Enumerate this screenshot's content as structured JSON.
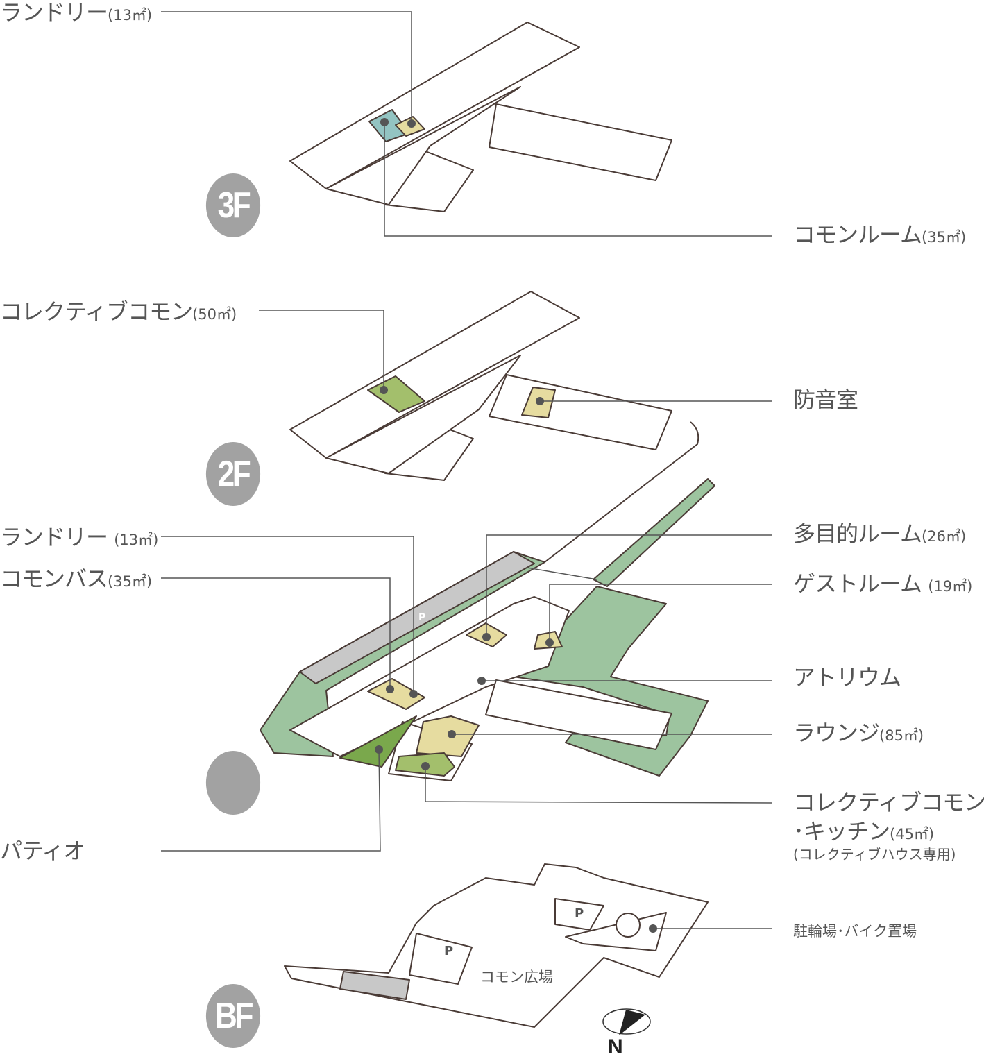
{
  "floors": {
    "f3": {
      "badge": "3F",
      "labels": {
        "laundry": "ランドリー",
        "laundry_area": "(13㎡)",
        "common_room": "コモンルーム",
        "common_room_area": "(35㎡)"
      }
    },
    "f2": {
      "badge": "2F",
      "labels": {
        "collective_common": "コレクティブコモン",
        "collective_common_area": "(50㎡)",
        "soundproof": "防音室"
      }
    },
    "f1": {
      "badge": "",
      "labels": {
        "laundry": "ランドリー",
        "laundry_area": "(13㎡)",
        "common_bath": "コモンバス",
        "common_bath_area": "(35㎡)",
        "multipurpose": "多目的ルーム",
        "multipurpose_area": "(26㎡)",
        "guest_room": "ゲストルーム",
        "guest_room_area": "(19㎡)",
        "atrium": "アトリウム",
        "lounge": "ラウンジ",
        "lounge_area": "(85㎡)",
        "kitchen_line1": "コレクティブコモン",
        "kitchen_line2": "･キッチン",
        "kitchen_area": "(45㎡)",
        "kitchen_note": "(コレクティブハウス専用)",
        "patio": "パティオ",
        "parking_mark": "P"
      }
    },
    "bf": {
      "badge": "BF",
      "labels": {
        "bicycle": "駐輪場･バイク置場",
        "plaza": "コモン広場",
        "parking_mark": "P"
      }
    }
  },
  "compass": {
    "label": "N"
  },
  "colors": {
    "wall": "#4a3b36",
    "teal": "#93c4c2",
    "beige": "#e6dca0",
    "olive": "#a3bf6c",
    "green": "#9dc49f",
    "patio": "#7aa84c",
    "gray_parking": "#c8c8c8",
    "badge": "#a2a2a2",
    "dot": "#555555",
    "leader": "#555555"
  }
}
